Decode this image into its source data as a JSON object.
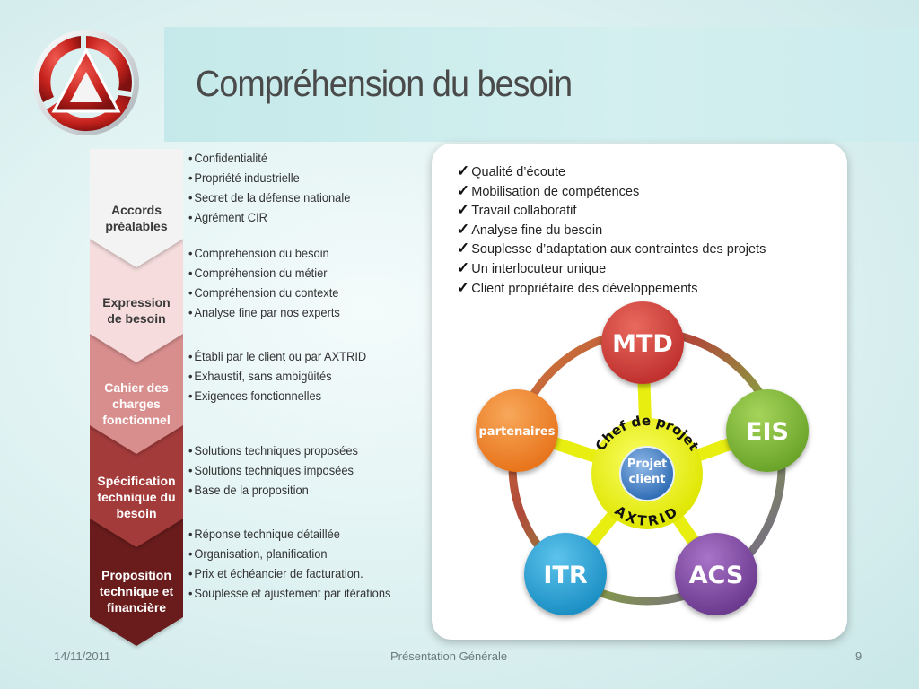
{
  "title": "Compréhension du besoin",
  "stages": [
    {
      "label": "Accords préalables",
      "lines": [
        "Accords",
        "préalables"
      ],
      "color": "#f3f3f3",
      "text_color": "#3a3a3a",
      "bullets": [
        "Confidentialité",
        "Propriété  industrielle",
        "Secret de la défense nationale",
        "Agrément CIR"
      ]
    },
    {
      "label": "Expression de besoin",
      "lines": [
        "Expression",
        "de besoin"
      ],
      "color": "#f6dcdc",
      "text_color": "#3a3a3a",
      "bullets": [
        "Compréhension du besoin",
        "Compréhension du métier",
        "Compréhension du contexte",
        "Analyse fine par nos experts"
      ]
    },
    {
      "label": "Cahier des charges fonctionnel",
      "lines": [
        "Cahier des",
        "charges",
        "fonctionnel"
      ],
      "color": "#d98e8e",
      "text_color": "#ffffff",
      "bullets": [
        "Établi par le client ou par AXTRID",
        "Exhaustif, sans ambigüités",
        "Exigences fonctionnelles"
      ]
    },
    {
      "label": "Spécification technique du besoin",
      "lines": [
        "Spécification",
        "technique du",
        "besoin"
      ],
      "color": "#a43a3a",
      "text_color": "#ffffff",
      "bullets": [
        "Solutions techniques proposées",
        "Solutions techniques imposées",
        "Base de la proposition"
      ]
    },
    {
      "label": "Proposition technique et financière",
      "lines": [
        "Proposition",
        "technique et",
        "financière"
      ],
      "color": "#6a1c1e",
      "text_color": "#ffffff",
      "bullets": [
        "Réponse technique détaillée",
        "Organisation, planification",
        "Prix et échéancier de facturation.",
        "Souplesse et ajustement par itérations"
      ]
    }
  ],
  "checklist": [
    "Qualité d’écoute",
    "Mobilisation de compétences",
    "Travail collaboratif",
    "Analyse fine du besoin",
    "Souplesse d’adaptation aux contraintes des projets",
    "Un interlocuteur unique",
    "Client propriétaire des développements"
  ],
  "diagram": {
    "center_inner": [
      "Projet",
      "client"
    ],
    "center_arc_top": "Chef de projet",
    "center_arc_bottom": "AXTRID",
    "nodes": [
      {
        "label": "MTD",
        "color": "#c0302e",
        "light": "#e86a5e"
      },
      {
        "label": "EIS",
        "color": "#6aa42a",
        "light": "#a6d45a"
      },
      {
        "label": "ACS",
        "color": "#6b3a8e",
        "light": "#a873c8"
      },
      {
        "label": "ITR",
        "color": "#1c8fc4",
        "light": "#5cc3ec"
      },
      {
        "label": "partenaires",
        "color": "#e8741c",
        "light": "#f7a85a"
      }
    ]
  },
  "footer": {
    "date": "14/11/2011",
    "center": "Présentation Générale",
    "page": "9"
  }
}
